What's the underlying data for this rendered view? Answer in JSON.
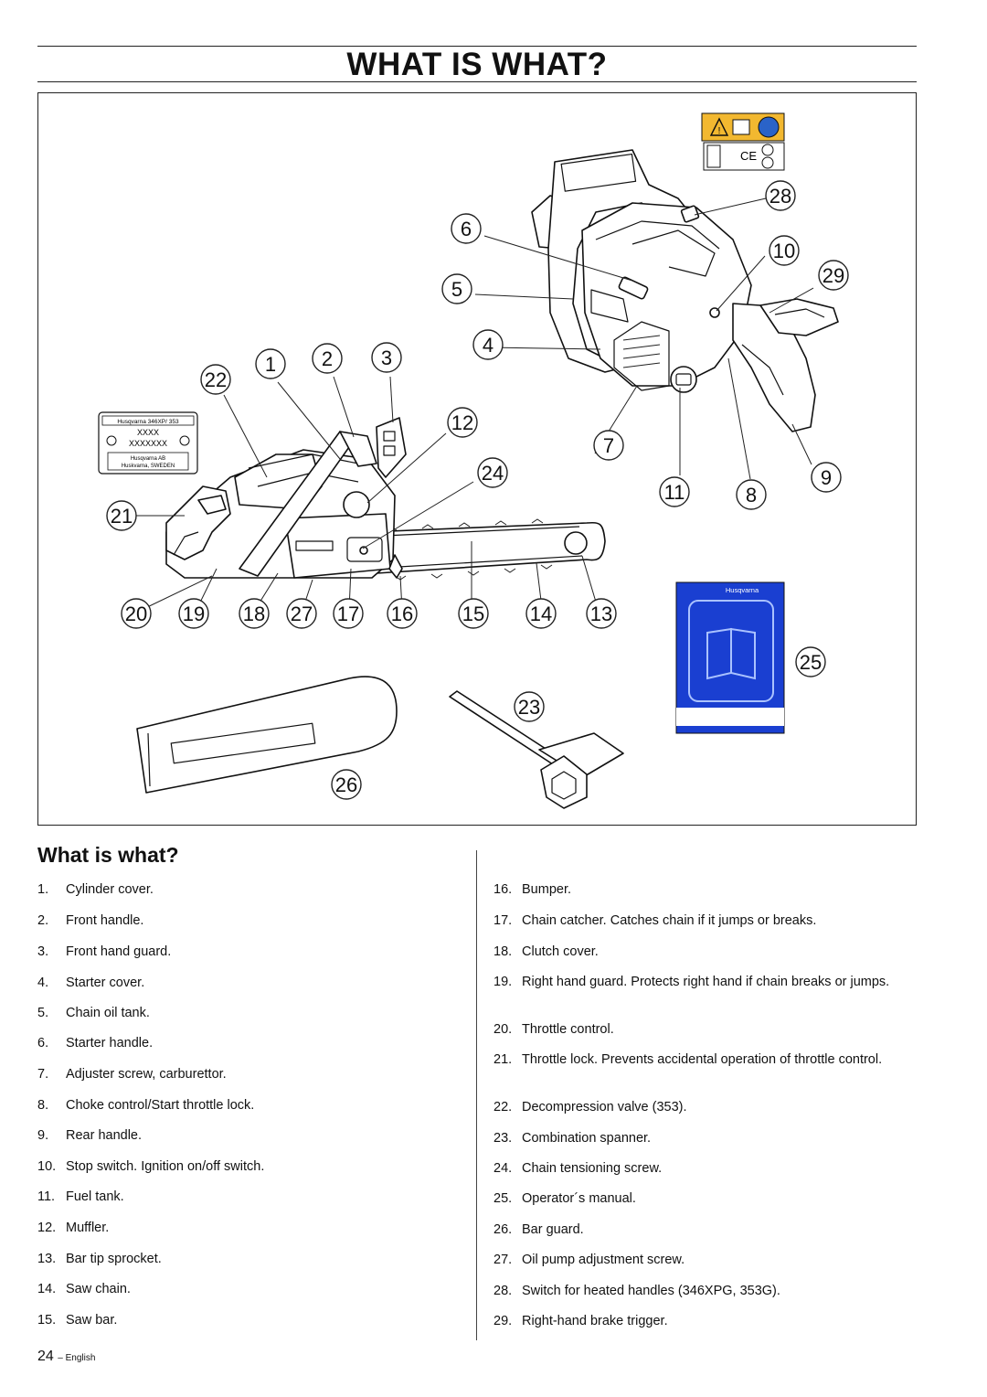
{
  "page": {
    "title": "WHAT IS WHAT?",
    "page_number": "24",
    "language": "English"
  },
  "figure": {
    "callouts": [
      "1",
      "2",
      "3",
      "4",
      "5",
      "6",
      "7",
      "8",
      "9",
      "10",
      "11",
      "12",
      "13",
      "14",
      "15",
      "16",
      "17",
      "18",
      "19",
      "20",
      "21",
      "22",
      "23",
      "24",
      "25",
      "26",
      "27",
      "28",
      "29"
    ],
    "plate": {
      "model": "Husqvarna 346XP/ 353",
      "code1": "XXXX",
      "code2": "XXXXXXX",
      "maker": "Husqvarna AB",
      "address": "Huskvarna, SWEDEN"
    },
    "manual_brand": "Husqvarna",
    "manual_color": "#1a3fd1"
  },
  "section": {
    "heading": "What is what?"
  },
  "parts_left": [
    {
      "num": "1.",
      "text": "Cylinder cover."
    },
    {
      "num": "2.",
      "text": "Front handle."
    },
    {
      "num": "3.",
      "text": "Front hand guard."
    },
    {
      "num": "4.",
      "text": "Starter cover."
    },
    {
      "num": "5.",
      "text": "Chain oil tank."
    },
    {
      "num": "6.",
      "text": "Starter handle."
    },
    {
      "num": "7.",
      "text": "Adjuster screw, carburettor."
    },
    {
      "num": "8.",
      "text": "Choke control/Start throttle lock."
    },
    {
      "num": "9.",
      "text": "Rear handle."
    },
    {
      "num": "10.",
      "text": "Stop switch. Ignition on/off switch."
    },
    {
      "num": "11.",
      "text": "Fuel tank."
    },
    {
      "num": "12.",
      "text": "Muffler."
    },
    {
      "num": "13.",
      "text": "Bar tip sprocket."
    },
    {
      "num": "14.",
      "text": "Saw chain."
    },
    {
      "num": "15.",
      "text": "Saw bar."
    }
  ],
  "parts_right": [
    {
      "num": "16.",
      "text": "Bumper."
    },
    {
      "num": "17.",
      "text": "Chain catcher. Catches chain if it jumps or breaks."
    },
    {
      "num": "18.",
      "text": "Clutch cover."
    },
    {
      "num": "19.",
      "text": "Right hand guard. Protects right hand if chain breaks or jumps."
    },
    {
      "num": "20.",
      "text": "Throttle control."
    },
    {
      "num": "21.",
      "text": "Throttle lock. Prevents accidental operation of throttle control."
    },
    {
      "num": "22.",
      "text": "Decompression valve (353)."
    },
    {
      "num": "23.",
      "text": "Combination spanner."
    },
    {
      "num": "24.",
      "text": "Chain tensioning screw."
    },
    {
      "num": "25.",
      "text": "Operator´s manual."
    },
    {
      "num": "26.",
      "text": "Bar guard."
    },
    {
      "num": "27.",
      "text": "Oil pump adjustment screw."
    },
    {
      "num": "28.",
      "text": "Switch for heated handles (346XPG, 353G)."
    },
    {
      "num": "29.",
      "text": "Right-hand brake trigger."
    }
  ]
}
